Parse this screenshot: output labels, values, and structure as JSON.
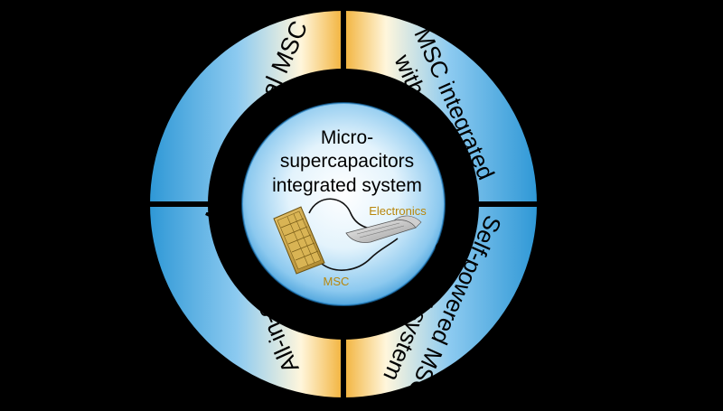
{
  "diagram": {
    "center": {
      "title_line1": "Micro-",
      "title_line2": "supercapacitors",
      "title_line3": "integrated system",
      "electronics_label": "Electronics",
      "msc_label": "MSC"
    },
    "quadrants": {
      "top_left": {
        "label": "Multifunctional MSC"
      },
      "top_right": {
        "line1": "MSC integrated",
        "line2": "with sensors"
      },
      "bottom_left": {
        "label": "All-in-one device"
      },
      "bottom_right": {
        "line1": "Self-powered MSC",
        "line2": "integrated system"
      }
    },
    "colors": {
      "background": "#000000",
      "sky_blue": "#3ea3dc",
      "gold": "#f3bd4a",
      "cream": "#fff6df",
      "label_accent": "#b8860b"
    }
  }
}
